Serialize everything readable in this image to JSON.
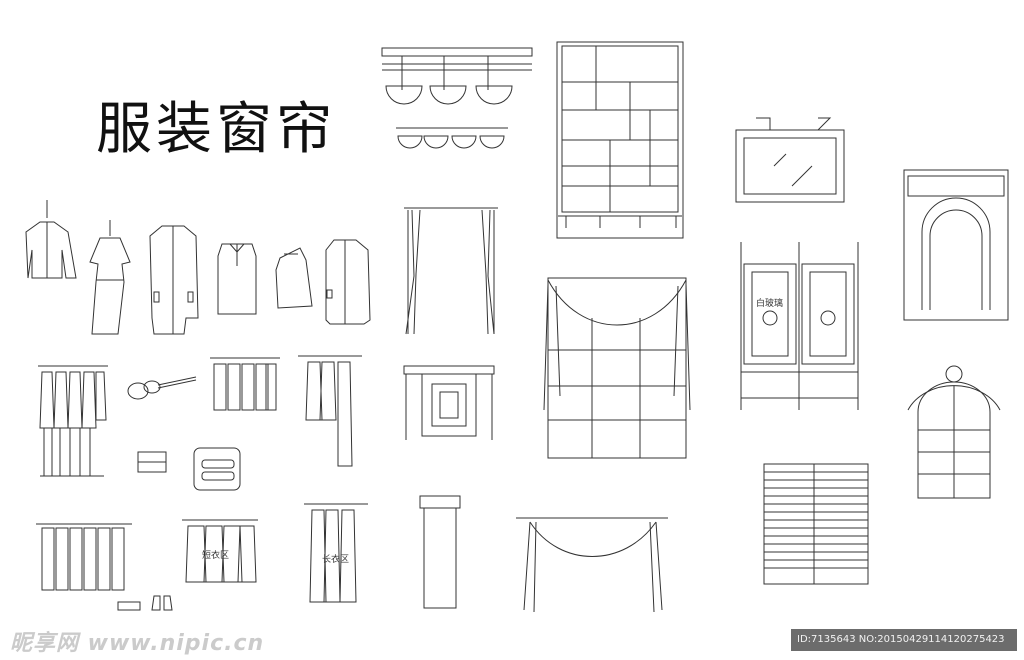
{
  "title": "服装窗帘",
  "labels": {
    "white_glass": "白玻璃",
    "short_clothes_area": "短衣区",
    "long_clothes_area": "长衣区"
  },
  "watermark": {
    "site_text": "昵享网 www.nipic.cn",
    "id_text": "ID:7135643 NO:20150429114120275423"
  },
  "colors": {
    "line": "#333333",
    "watermark_bar": "#6c6c6c"
  }
}
